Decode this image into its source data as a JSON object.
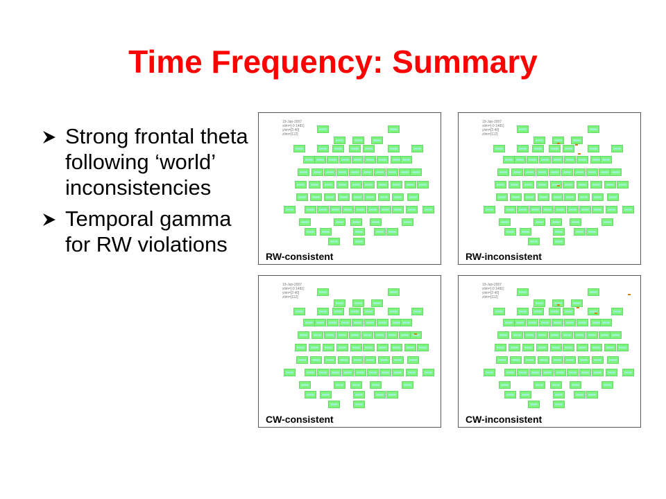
{
  "slide": {
    "title": "Time Frequency: Summary",
    "bullets": [
      "Strong frontal theta following ‘world’ inconsistencies",
      "Temporal gamma for RW violations"
    ]
  },
  "panels": [
    {
      "label": "RW-consistent",
      "meta": "19-Jan-2007\nxlim=[-0 1481]\nylim=[3 40]\nzlim=[112]"
    },
    {
      "label": "RW-inconsistent",
      "meta": "19-Jan-2007\nxlim=[-0 1481]\nylim=[3 40]\nzlim=[112]"
    },
    {
      "label": "CW-consistent",
      "meta": "19-Jan-2007\nxlim=[-0 1481]\nylim=[3 40]\nzlim=[112]"
    },
    {
      "label": "CW-inconsistent",
      "meta": "19-Jan-2007\nxlim=[-0 1481]\nylim=[3 40]\nzlim=[112]"
    }
  ],
  "colors": {
    "title": "#ff0000",
    "tile": "#7df27d",
    "tile_band": "#9cf5c8"
  }
}
